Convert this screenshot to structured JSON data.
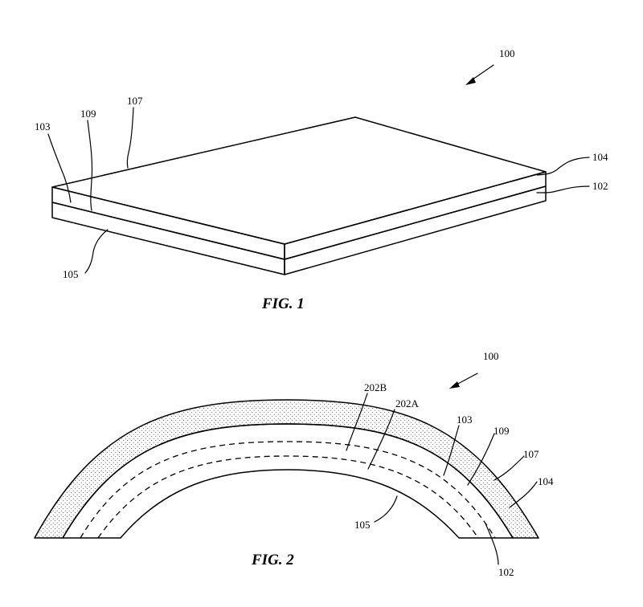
{
  "fig1": {
    "caption": "FIG. 1",
    "ref_device": "100",
    "labels": {
      "l103": "103",
      "l109": "109",
      "l107": "107",
      "l104": "104",
      "l102": "102",
      "l105": "105"
    }
  },
  "fig2": {
    "caption": "FIG. 2",
    "ref_device": "100",
    "labels": {
      "l202B": "202B",
      "l202A": "202A",
      "l103": "103",
      "l109": "109",
      "l107": "107",
      "l104": "104",
      "l105": "105",
      "l102": "102"
    }
  },
  "colors": {
    "ink": "#000000",
    "paper": "#ffffff"
  }
}
